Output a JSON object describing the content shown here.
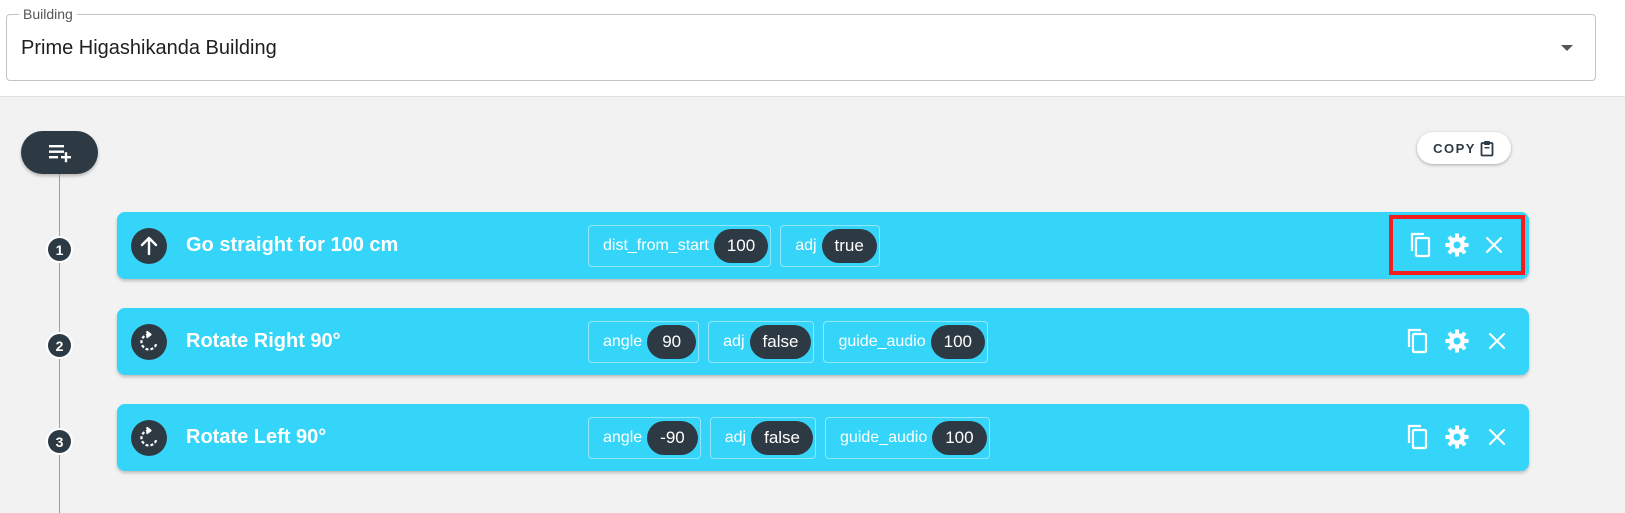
{
  "building": {
    "label": "Building",
    "value": "Prime Higashikanda Building"
  },
  "toolbar": {
    "copy_label": "COPY"
  },
  "steps": [
    {
      "num": "1",
      "title": "Go straight for 100 cm",
      "icon": "arrow-up-icon",
      "params": [
        {
          "key": "dist_from_start",
          "value": "100"
        },
        {
          "key": "adj",
          "value": "true"
        }
      ]
    },
    {
      "num": "2",
      "title": "Rotate Right 90°",
      "icon": "rotate-right-icon",
      "params": [
        {
          "key": "angle",
          "value": "90"
        },
        {
          "key": "adj",
          "value": "false"
        },
        {
          "key": "guide_audio",
          "value": "100"
        }
      ]
    },
    {
      "num": "3",
      "title": "Rotate Left 90°",
      "icon": "rotate-left-icon",
      "params": [
        {
          "key": "angle",
          "value": "-90"
        },
        {
          "key": "adj",
          "value": "false"
        },
        {
          "key": "guide_audio",
          "value": "100"
        }
      ]
    }
  ],
  "colors": {
    "card": "#35d5f9",
    "dark": "#2e3a43",
    "highlight": "#f21d1d",
    "workspace": "#f2f2f2"
  }
}
